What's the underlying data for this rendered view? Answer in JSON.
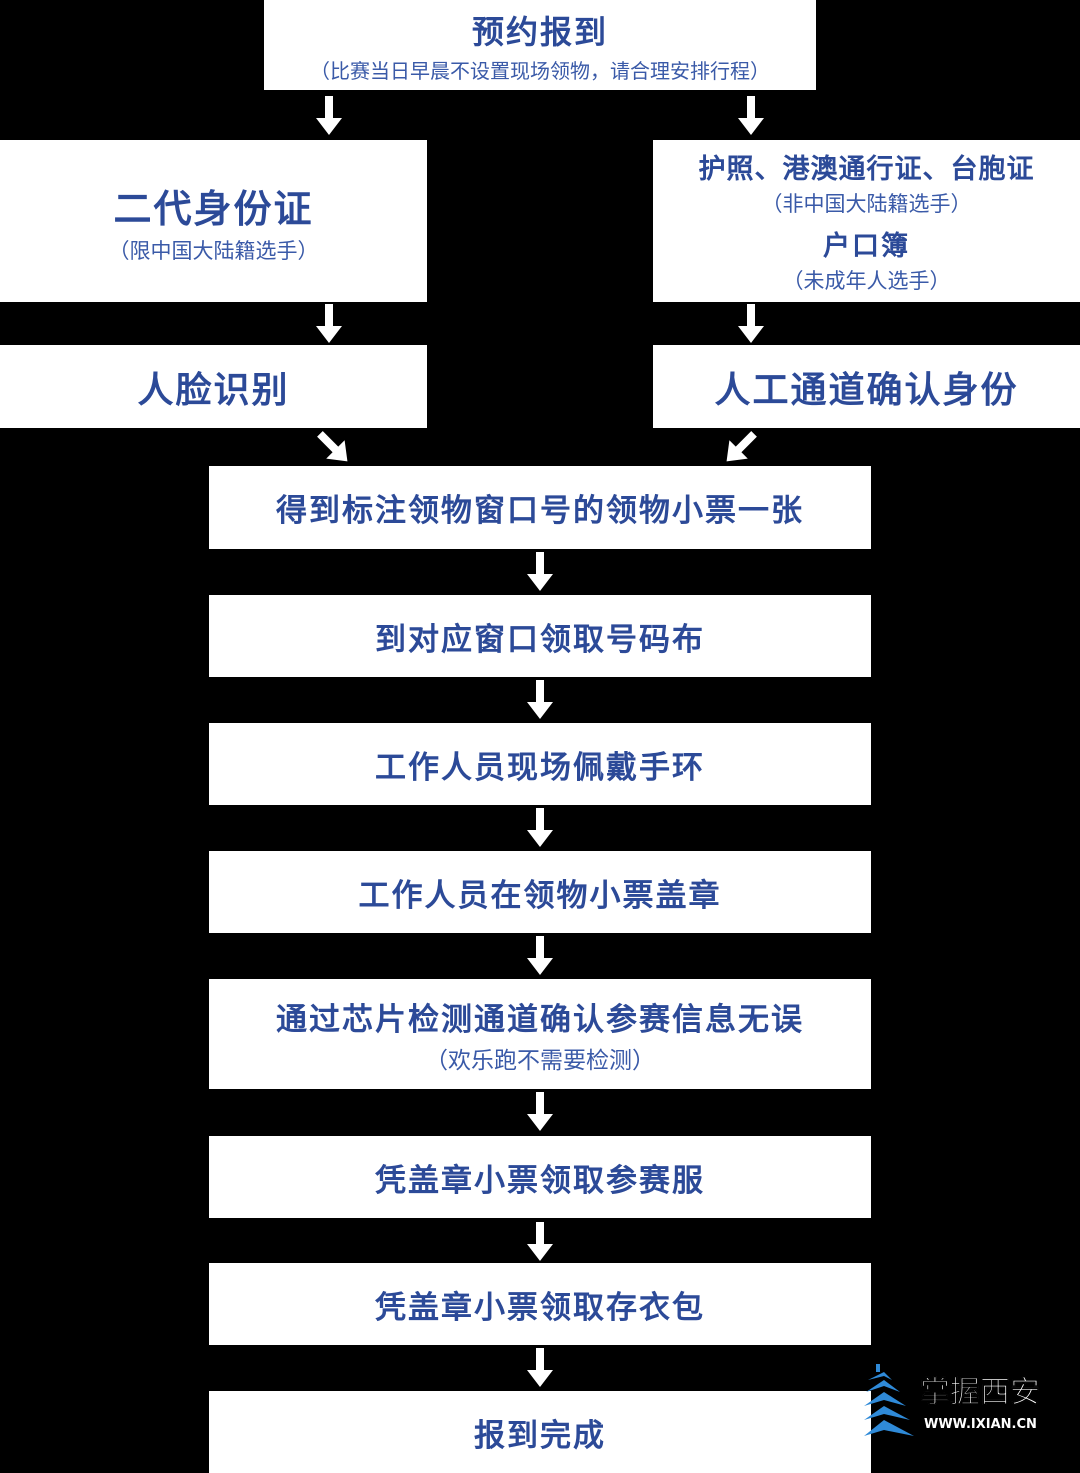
{
  "steps": {
    "booking": {
      "title": "预约报到",
      "note": "（比赛当日早晨不设置现场领物，请合理安排行程）"
    },
    "id_card": {
      "title": "二代身份证",
      "note": "（限中国大陆籍选手）"
    },
    "passport": {
      "title": "护照、港澳通行证、台胞证",
      "note": "（非中国大陆籍选手）",
      "title2": "户口簿",
      "note2": "（未成年人选手）"
    },
    "face": {
      "title": "人脸识别"
    },
    "manual": {
      "title": "人工通道确认身份"
    },
    "ticket": {
      "title": "得到标注领物窗口号的领物小票一张"
    },
    "bib": {
      "title": "到对应窗口领取号码布"
    },
    "wristband": {
      "title": "工作人员现场佩戴手环"
    },
    "stamp": {
      "title": "工作人员在领物小票盖章"
    },
    "chip": {
      "title": "通过芯片检测通道确认参赛信息无误",
      "note": "（欢乐跑不需要检测）"
    },
    "shirt": {
      "title": "凭盖章小票领取参赛服"
    },
    "bag": {
      "title": "凭盖章小票领取存衣包"
    },
    "done": {
      "title": "报到完成"
    }
  },
  "logo": {
    "name": "掌握西安",
    "url": "WWW.IXIAN.CN"
  },
  "colors": {
    "text": "#2c4a98",
    "box": "#ffffff",
    "background": "#000000"
  }
}
